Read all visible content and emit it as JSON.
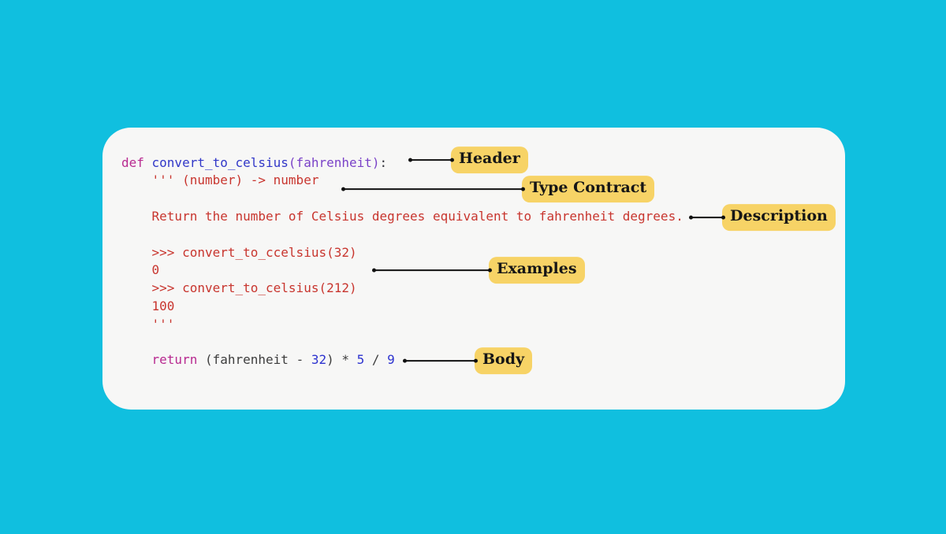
{
  "scene": {
    "type": "annotated-python-function-diagram",
    "language": "python"
  },
  "colors": {
    "background": "#10bfdf",
    "card": "#f7f7f6",
    "badge_fill": "#f7d366",
    "badge_text": "#161616",
    "connector": "#111111",
    "keyword": "#b82a90",
    "function_name": "#3137c8",
    "parameter": "#7a42c8",
    "punctuation": "#35353d",
    "docstring": "#c8352e",
    "number": "#2d33cf",
    "plain_code": "#3d3d3d"
  },
  "code": {
    "lines": [
      [
        {
          "t": "def ",
          "c": "kw"
        },
        {
          "t": "convert_to_celsius",
          "c": "fn"
        },
        {
          "t": "(fahrenheit)",
          "c": "prm"
        },
        {
          "t": ":",
          "c": "pun"
        }
      ],
      [
        {
          "t": "    ''' (number) -> number",
          "c": "str"
        }
      ],
      [],
      [
        {
          "t": "    Return the number of Celsius degrees equivalent to fahrenheit degrees.",
          "c": "str"
        }
      ],
      [],
      [
        {
          "t": "    >>> convert_to_ccelsius(32)",
          "c": "str"
        }
      ],
      [
        {
          "t": "    0",
          "c": "str"
        }
      ],
      [
        {
          "t": "    >>> convert_to_celsius(212)",
          "c": "str"
        }
      ],
      [
        {
          "t": "    100",
          "c": "str"
        }
      ],
      [
        {
          "t": "    '''",
          "c": "str"
        }
      ],
      [],
      [
        {
          "t": "    return ",
          "c": "kw"
        },
        {
          "t": "(fahrenheit - ",
          "c": "pln"
        },
        {
          "t": "32",
          "c": "num"
        },
        {
          "t": ") * ",
          "c": "pln"
        },
        {
          "t": "5",
          "c": "num"
        },
        {
          "t": " / ",
          "c": "pln"
        },
        {
          "t": "9",
          "c": "num"
        }
      ]
    ]
  },
  "annotations": [
    {
      "label": "Header"
    },
    {
      "label": "Type Contract"
    },
    {
      "label": "Description"
    },
    {
      "label": "Examples"
    },
    {
      "label": "Body"
    }
  ]
}
